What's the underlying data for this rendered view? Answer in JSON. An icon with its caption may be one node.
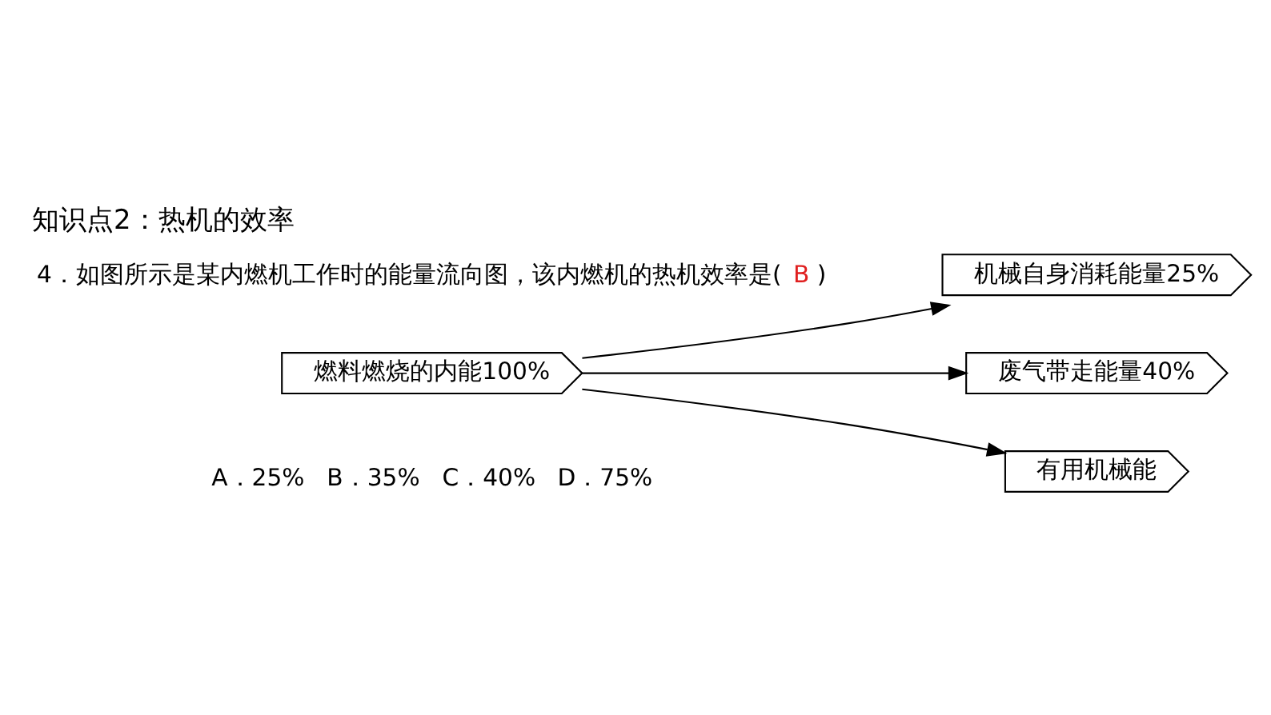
{
  "diagram": {
    "title": "知识点2：热机的效率",
    "nodes": [
      {
        "text": [
          "燃料燃烧的内能100%"
        ]
      },
      {
        "text": [
          "机械自身消耗能量25%"
        ]
      },
      {
        "text": [
          "废气带走能量40%"
        ]
      },
      {
        "text": [
          "有用机械能"
        ]
      }
    ],
    "edges": [
      {
        "from": 0,
        "to": 1,
        "arrow": "to"
      },
      {
        "from": 0,
        "to": 2,
        "arrow": "to"
      },
      {
        "from": 0,
        "to": 3,
        "arrow": "to"
      }
    ],
    "labels": [
      "4．如图所示是某内燃机工作时的能量流向图，该内燃机的热机效率是(",
      "B",
      ")",
      "A．25%",
      "B．35%",
      "C．40%",
      "D．75%"
    ]
  }
}
